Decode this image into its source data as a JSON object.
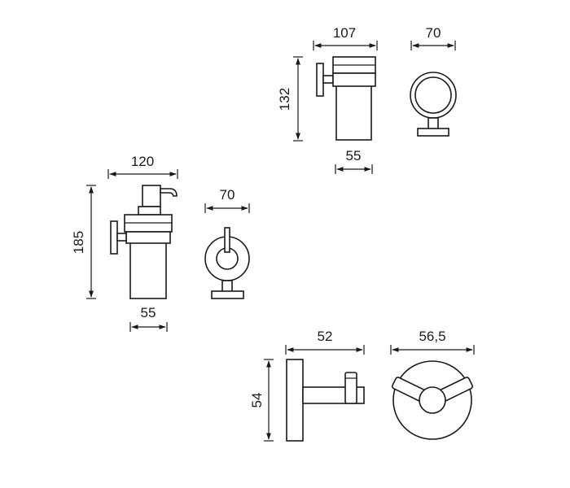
{
  "products": {
    "tumbler_holder": {
      "width_label": "107",
      "height_label": "132",
      "depth_label": "55",
      "side_width_label": "70"
    },
    "soap_dispenser": {
      "width_label": "120",
      "height_label": "185",
      "depth_label": "55",
      "side_width_label": "70"
    },
    "double_hook": {
      "width_label": "52",
      "height_label": "54",
      "side_width_label": "56,5"
    }
  },
  "colors": {
    "ink": "#1a1a1a",
    "fill": "#ffffff"
  }
}
